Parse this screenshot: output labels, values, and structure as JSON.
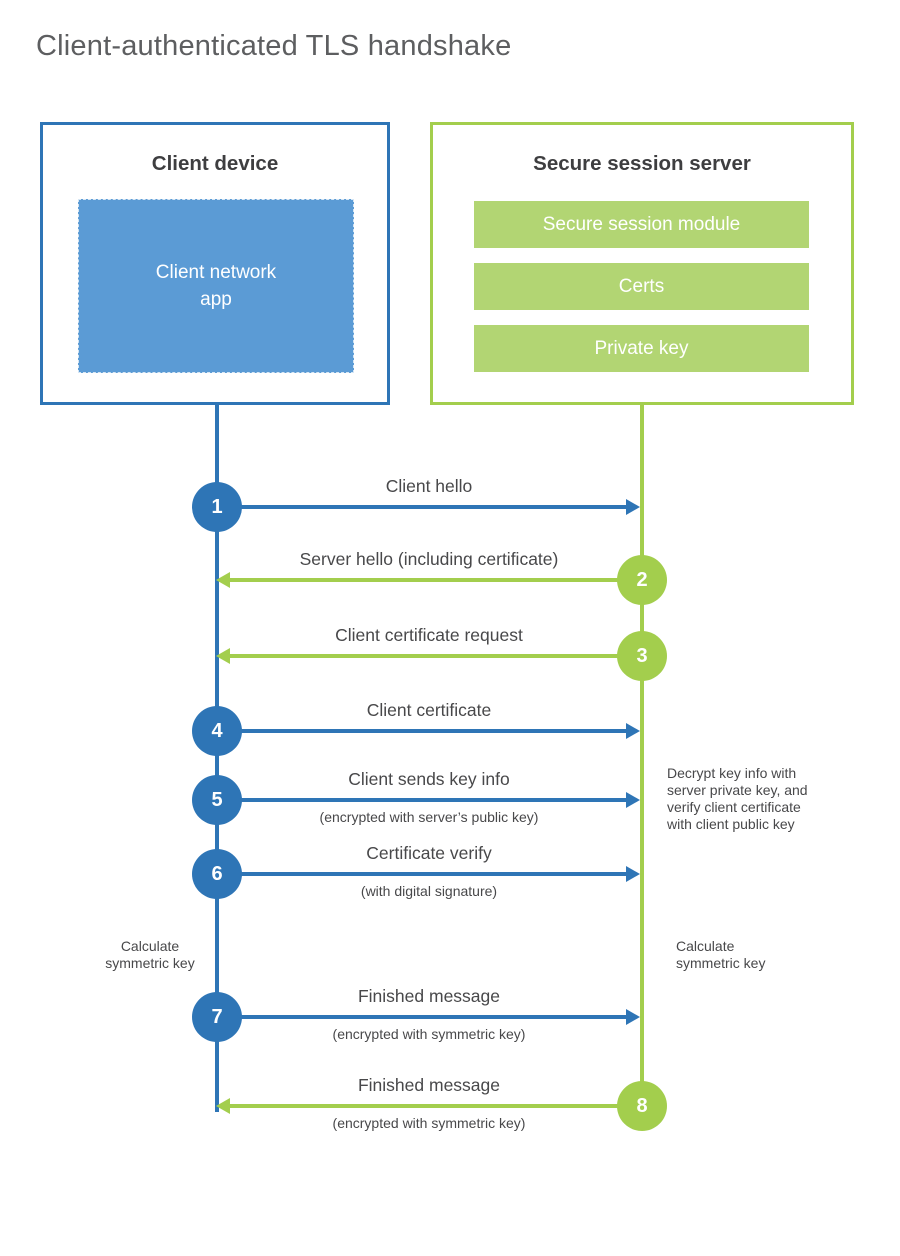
{
  "title": "Client-authenticated TLS handshake",
  "colors": {
    "blue": "#2E75B6",
    "blue_fill": "#5B9BD5",
    "green": "#A3CE4D",
    "green_fill": "#B2D573",
    "text": "#48484A",
    "heading_text": "#3E3E40",
    "title_text": "#5D5E60"
  },
  "client_box": {
    "title": "Client device",
    "module": "Client network\napp"
  },
  "server_box": {
    "title": "Secure session server",
    "modules": [
      "Secure session module",
      "Certs",
      "Private key"
    ]
  },
  "messages": [
    {
      "num": "1",
      "from": "client",
      "label": "Client hello",
      "sublabel": ""
    },
    {
      "num": "2",
      "from": "server",
      "label": "Server hello (including certificate)",
      "sublabel": ""
    },
    {
      "num": "3",
      "from": "server",
      "label": "Client certificate request",
      "sublabel": ""
    },
    {
      "num": "4",
      "from": "client",
      "label": "Client certificate",
      "sublabel": ""
    },
    {
      "num": "5",
      "from": "client",
      "label": "Client sends key info",
      "sublabel": "(encrypted with server’s public key)"
    },
    {
      "num": "6",
      "from": "client",
      "label": "Certificate verify",
      "sublabel": "(with digital signature)"
    },
    {
      "num": "7",
      "from": "client",
      "label": "Finished message",
      "sublabel": "(encrypted with symmetric key)"
    },
    {
      "num": "8",
      "from": "server",
      "label": "Finished message",
      "sublabel": "(encrypted with symmetric key)"
    }
  ],
  "annotations": {
    "decrypt_note": "Decrypt key info with\nserver private key, and\nverify client certificate\nwith client public key",
    "calculate_left": "Calculate\nsymmetric key",
    "calculate_right": "Calculate\nsymmetric key"
  }
}
